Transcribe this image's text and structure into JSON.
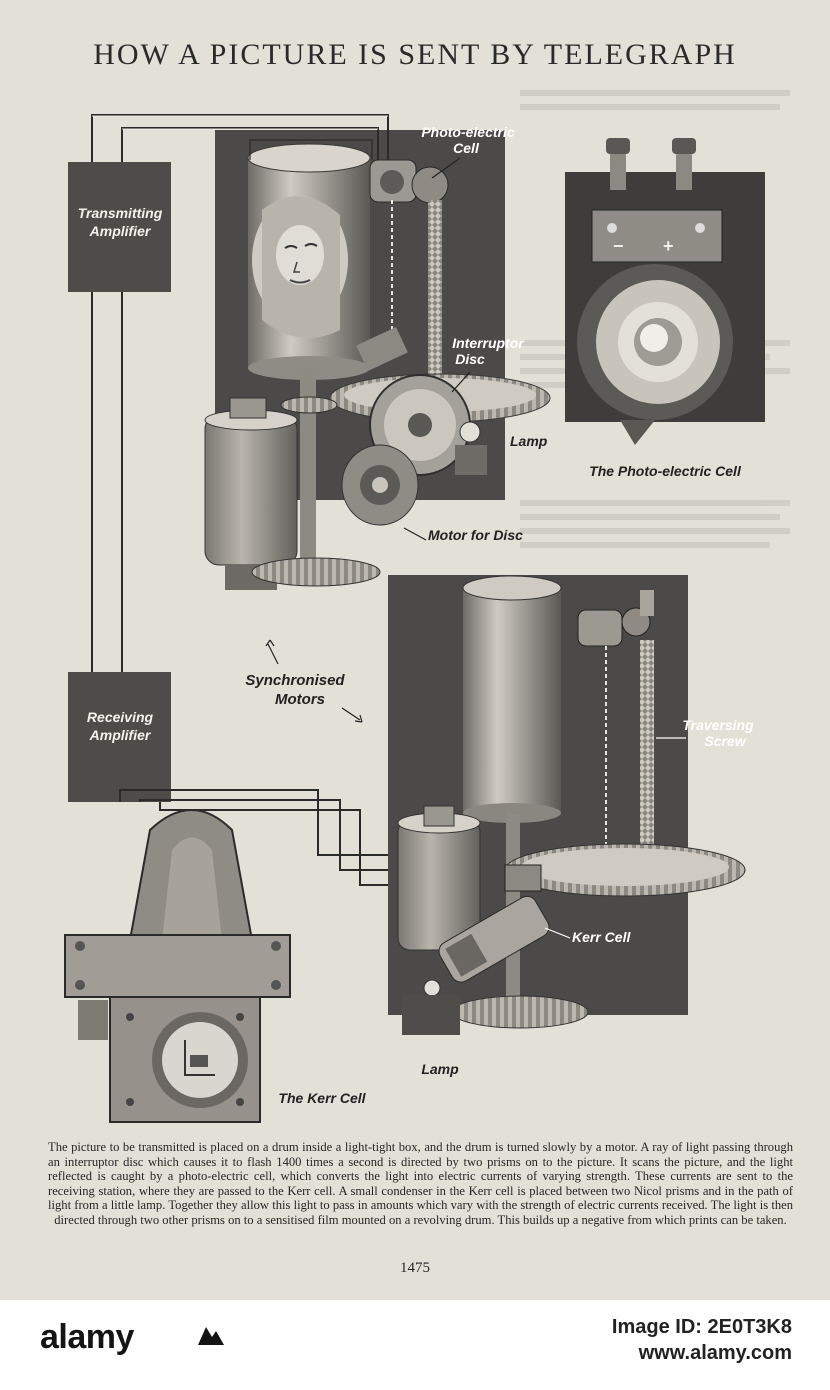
{
  "page": {
    "title": "HOW A PICTURE IS SENT BY TELEGRAPH",
    "page_number": "1475",
    "caption": "The picture to be transmitted is placed on a drum inside a light-tight box, and the drum is turned slowly by a motor. A ray of light passing through an interruptor disc which causes it to flash 1400 times a second is directed by two prisms on to the picture. It scans the picture, and the light reflected is caught by a photo-electric cell, which converts the light into electric currents of varying strength. These currents are sent to the receiving station, where they are passed to the Kerr cell. A small condenser in the Kerr cell is placed between two Nicol prisms and in the path of light from a little lamp. Together they allow this light to pass in amounts which vary with the strength of electric currents received. The light is then directed through two other prisms on to a sensitised film mounted on a revolving drum. This builds up a negative from which prints can be taken."
  },
  "labels": {
    "photo_cell_line1": "Photo-electric",
    "photo_cell_line2": "Cell",
    "transmitting_line1": "Transmitting",
    "transmitting_line2": "Amplifier",
    "interruptor_line1": "Interruptor",
    "interruptor_line2": "Disc",
    "lamp_top": "Lamp",
    "photo_cell_caption": "The Photo-electric Cell",
    "motor_for_disc": "Motor for Disc",
    "synchronised_line1": "Synchronised",
    "synchronised_line2": "Motors",
    "traversing_line1": "Traversing",
    "traversing_line2": "Screw",
    "receiving_line1": "Receiving",
    "receiving_line2": "Amplifier",
    "kerr_cell": "Kerr Cell",
    "lamp_bottom": "Lamp",
    "kerr_cell_caption": "The Kerr Cell",
    "minus_sign": "−",
    "plus_sign": "+"
  },
  "watermark": {
    "brand": "alamy",
    "image_id": "Image ID: 2E0T3K8",
    "url": "www.alamy.com"
  },
  "colors": {
    "paper": "#e3e0d8",
    "ink": "#262626",
    "panel_dark": "#4a4a4a"
  }
}
